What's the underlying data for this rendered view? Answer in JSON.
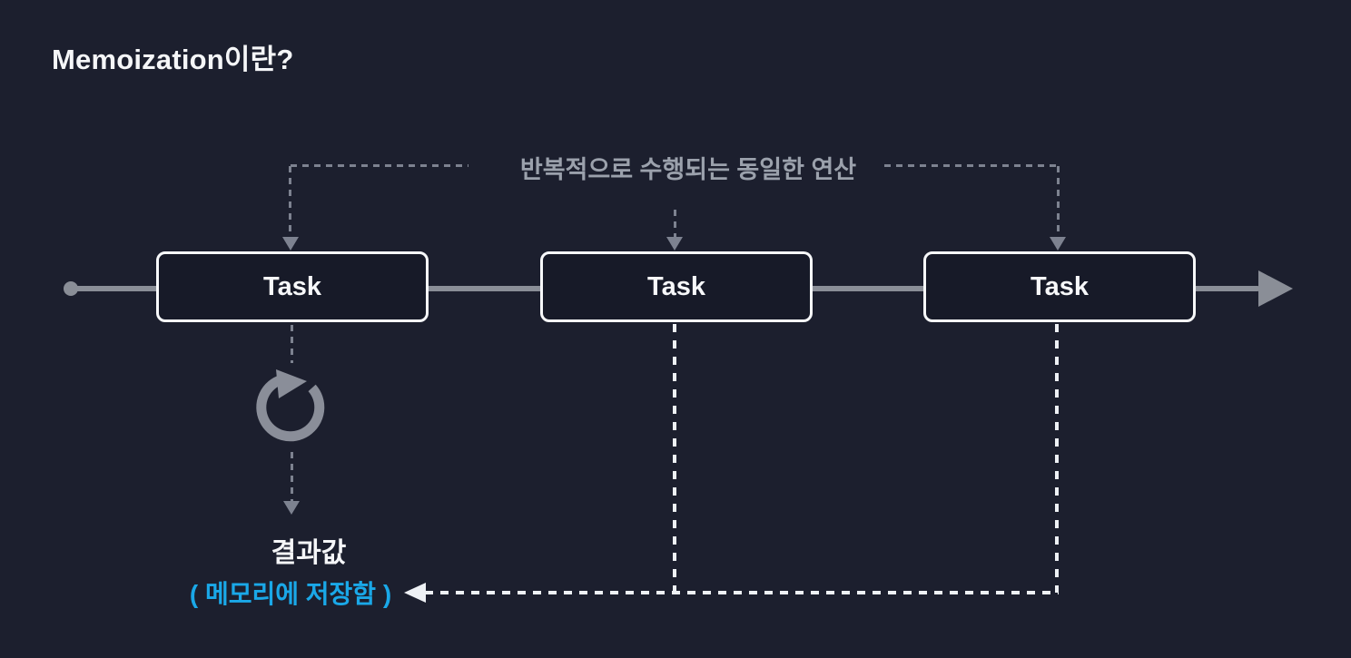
{
  "title": "Memoization이란?",
  "annotation": {
    "repeat_label": "반복적으로 수행되는 동일한 연산"
  },
  "tasks": [
    {
      "label": "Task"
    },
    {
      "label": "Task"
    },
    {
      "label": "Task"
    }
  ],
  "result": {
    "label": "결과값",
    "memory_note": "( 메모리에 저장함 )"
  },
  "icons": {
    "repeat_icon": "circular-arrow-clockwise",
    "timeline_arrow": "arrow-right",
    "store_arrow": "arrow-left"
  },
  "colors": {
    "background": "#1c1f2e",
    "box_fill": "#171a28",
    "box_border": "#f7f8fa",
    "text_white": "#f5f6f8",
    "timeline_gray": "#8a8e97",
    "annotation_dash_gray": "#7d8290",
    "annotation_text_gray": "#9ba1ac",
    "return_dash_white": "#eef1f5",
    "accent_cyan": "#1aa8e8"
  }
}
